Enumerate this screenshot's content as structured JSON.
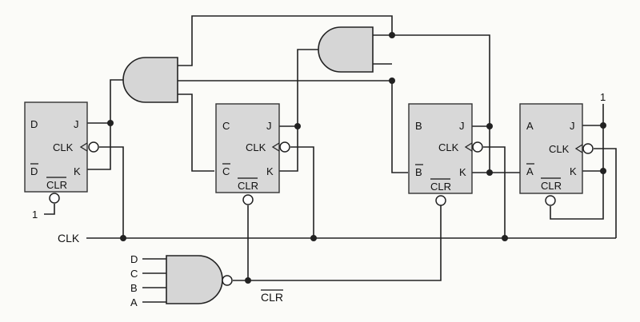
{
  "flipflops": [
    {
      "name": "D",
      "j": "J",
      "clk": "CLK",
      "k": "K",
      "q": "D",
      "qbar": "D",
      "clr": "CLR"
    },
    {
      "name": "C",
      "j": "J",
      "clk": "CLK",
      "k": "K",
      "q": "C",
      "qbar": "C",
      "clr": "CLR"
    },
    {
      "name": "B",
      "j": "J",
      "clk": "CLK",
      "k": "K",
      "q": "B",
      "qbar": "B",
      "clr": "CLR"
    },
    {
      "name": "A",
      "j": "J",
      "clk": "CLK",
      "k": "K",
      "q": "A",
      "qbar": "A",
      "clr": "CLR"
    }
  ],
  "labels": {
    "clk_line": "CLK",
    "clr_line": "CLR",
    "one_left": "1",
    "one_right": "1",
    "nand_in_d": "D",
    "nand_in_c": "C",
    "nand_in_b": "B",
    "nand_in_a": "A"
  }
}
